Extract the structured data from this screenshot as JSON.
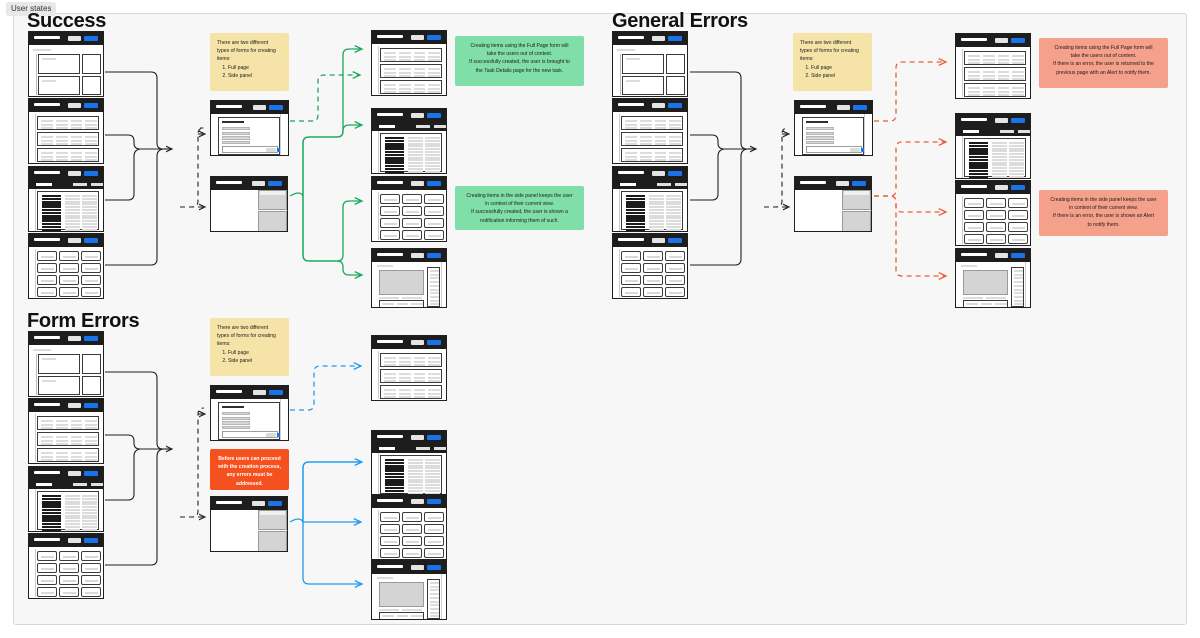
{
  "canvas": {
    "tab_label": "User states"
  },
  "sections": [
    {
      "id": "success",
      "title": "Success"
    },
    {
      "id": "general-errors",
      "title": "General Errors"
    },
    {
      "id": "form-errors",
      "title": "Form Errors"
    }
  ],
  "notes": {
    "forms_yellow": {
      "line1": "There are two different",
      "line2": "types of forms for creating",
      "line3": "items:",
      "item1": "Full page",
      "item2": "Side panel"
    },
    "success_fullpage": {
      "line1": "Creating items using the Full Page form will",
      "line2": "take the users out of context.",
      "line3": "If successfully created, the user is brought to",
      "line4": "the Task Details page for the new task."
    },
    "success_sidepanel": {
      "line1": "Creating items in the side panel keeps the user",
      "line2": "in context of their current view.",
      "line3": "If successfully created, the user is shown a",
      "line4": "notification informing them of such."
    },
    "error_fullpage": {
      "line1": "Creating items using the Full Page form will",
      "line2": "take the users out of content.",
      "line3": "If there is an error, the user is returned to the",
      "line4": "previous page with an Alert to notify them."
    },
    "error_sidepanel": {
      "line1": "Creating items in the side panel keeps the user",
      "line2": "in context of their current view.",
      "line3": "If there is an error, the user is shown an Alert",
      "line4": "to notify them."
    },
    "form_errors_orange": {
      "line1": "Before users can proceed",
      "line2": "with the creation process,",
      "line3": "any errors must be",
      "line4": "addressed."
    }
  },
  "colors": {
    "accent_blue": "#1a73e8",
    "note_yellow": "#f5e3a8",
    "note_green": "#80dfa8",
    "note_salmon": "#f5a08a",
    "note_orange": "#f4511e",
    "flow_success": "#1aa85a",
    "flow_error": "#e8603c",
    "flow_form": "#1d9bf0",
    "flow_default": "#1f1f1f",
    "canvas_bg": "#f7f7f7"
  },
  "wireframe_kinds": {
    "dashboard": "dashboard-wireframe",
    "list": "list-wireframe",
    "table": "table-wireframe",
    "cards": "cards-wireframe",
    "fullpage_form": "full-page-form-wireframe",
    "side_panel": "side-panel-wireframe",
    "detail": "task-details-wireframe"
  }
}
